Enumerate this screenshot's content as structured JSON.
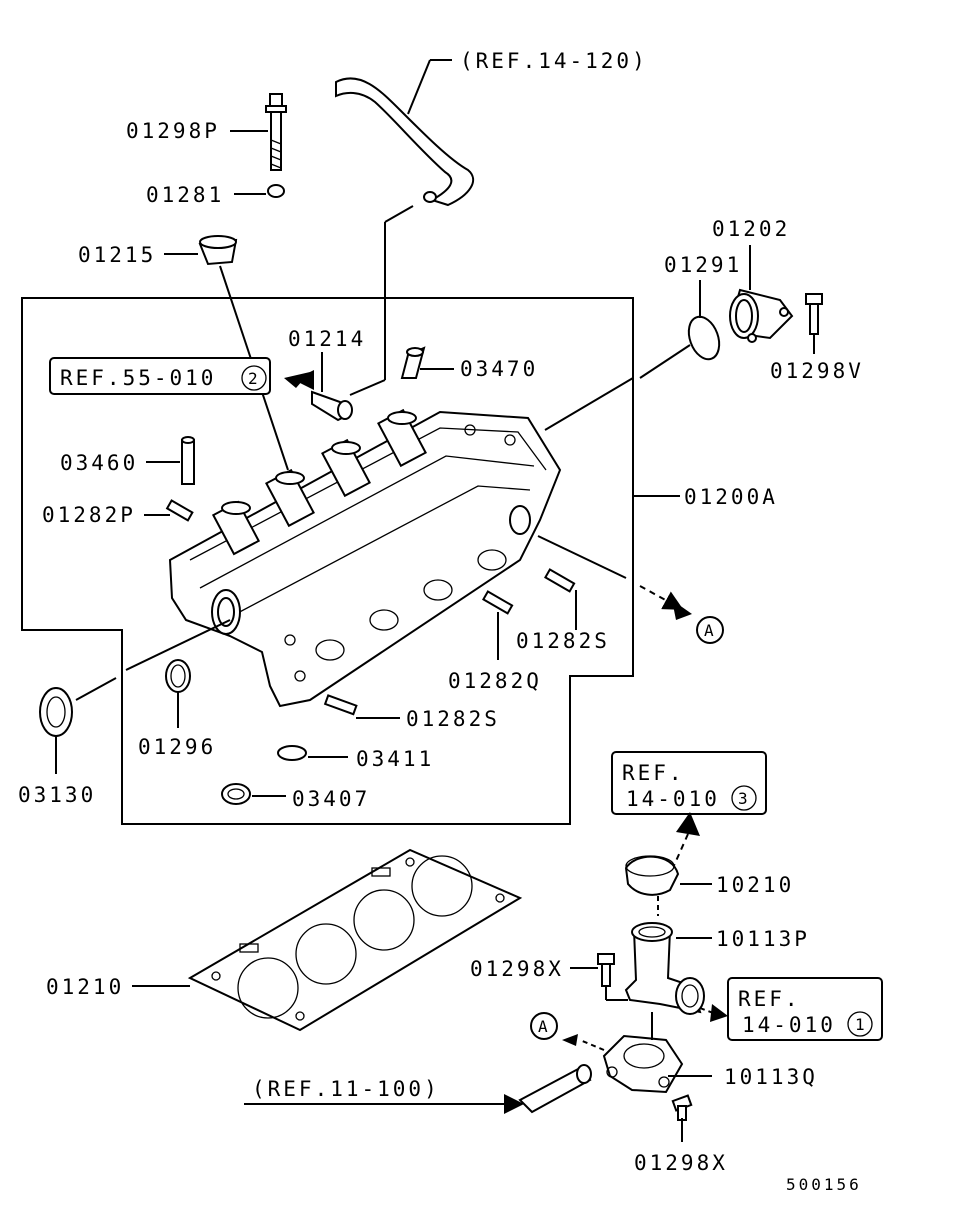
{
  "diagram_id": "500156",
  "refs": {
    "ref_14_120": "(REF.14-120)",
    "ref_55_010_text": "REF.55-010",
    "ref_55_010_num": "2",
    "ref_14_010a_line1": "REF.",
    "ref_14_010a_line2": "14-010",
    "ref_14_010a_num": "3",
    "ref_14_010b_line1": "REF.",
    "ref_14_010b_line2": "14-010",
    "ref_14_010b_num": "1",
    "ref_11_100": "(REF.11-100)"
  },
  "markers": {
    "a1": "A",
    "a2": "A"
  },
  "parts": {
    "p01298P": "01298P",
    "p01281": "01281",
    "p01215": "01215",
    "p01214": "01214",
    "p03470": "03470",
    "p01202": "01202",
    "p01291": "01291",
    "p01298V": "01298V",
    "p03460": "03460",
    "p01282P": "01282P",
    "p01200A": "01200A",
    "p01282S_a": "01282S",
    "p01282Q": "01282Q",
    "p01296": "01296",
    "p01282S_b": "01282S",
    "p03411": "03411",
    "p03130": "03130",
    "p03407": "03407",
    "p10210": "10210",
    "p10113P": "10113P",
    "p01298X_a": "01298X",
    "p01210": "01210",
    "p10113Q": "10113Q",
    "p01298X_b": "01298X"
  }
}
